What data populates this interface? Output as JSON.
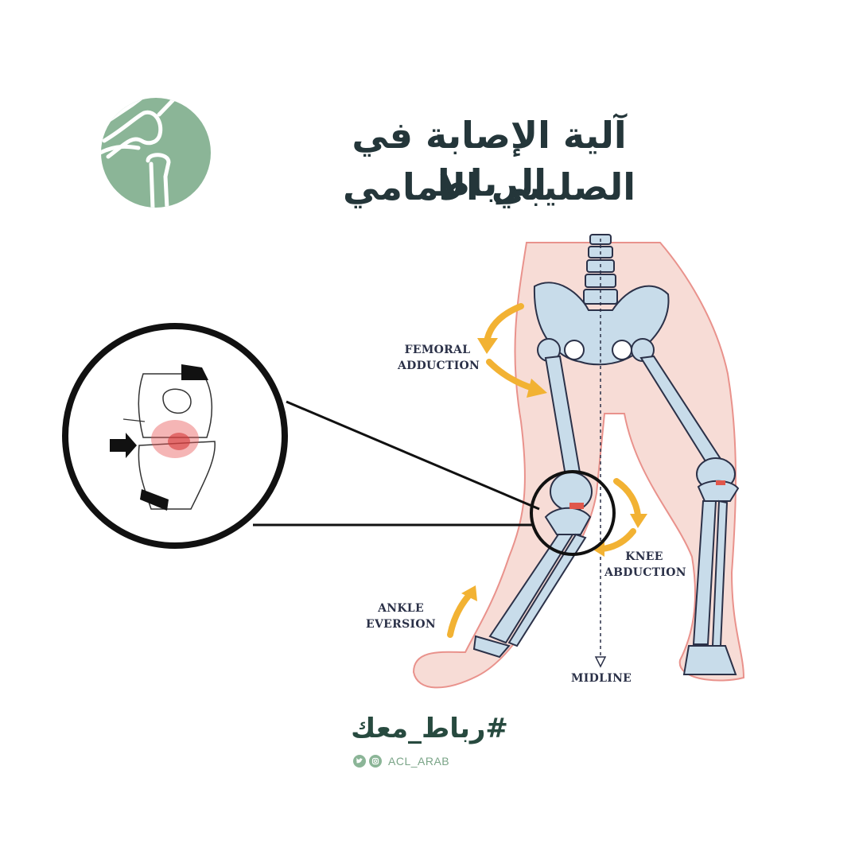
{
  "title": {
    "line1": "آلية الإصابة في الرباط",
    "line2": "الصليبي الامامي"
  },
  "labels": {
    "femoral": [
      "FEMORAL",
      "ADDUCTION"
    ],
    "knee": [
      "KNEE",
      "ABDUCTION"
    ],
    "ankle": [
      "ANKLE",
      "EVERSION"
    ],
    "midline": "MIDLINE"
  },
  "footer": {
    "hashtag": "#رباط_معك",
    "handle": "ACL_ARAB"
  },
  "colors": {
    "logo_green": "#8bb597",
    "arrow_yellow": "#f2b233",
    "bone_blue": "#c8dcea",
    "skin_pink": "#f6d6d0",
    "title_dark": "#24363a"
  },
  "icons": [
    "knee-logo-icon",
    "twitter-icon",
    "instagram-icon"
  ]
}
